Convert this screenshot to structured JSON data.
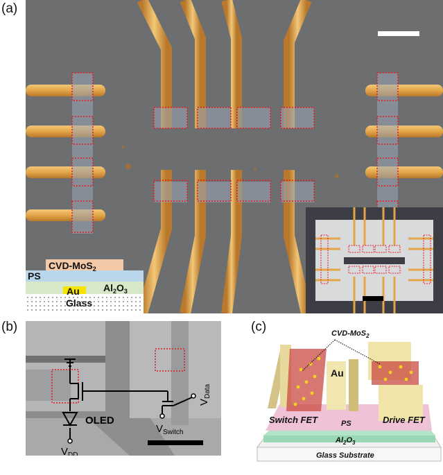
{
  "panel_a": {
    "label": "(a)",
    "stack_layers": {
      "mos2": "CVD-MoS",
      "mos2_sub": "2",
      "ps": "PS",
      "au": "Au",
      "al2o3": "Al",
      "al2o3_sub1": "2",
      "al2o3_o": "O",
      "al2o3_sub2": "3",
      "glass": "Glass"
    }
  },
  "panel_b": {
    "label": "(b)",
    "circuit": {
      "oled": "OLED",
      "vdd_v": "V",
      "vdd_sub": "DD",
      "vdata_v": "V",
      "vdata_sub": "Data",
      "vswitch_v": "V",
      "vswitch_sub": "Switch"
    }
  },
  "panel_c": {
    "label": "(c)",
    "cvd_mos2": "CVD-MoS",
    "cvd_mos2_sub": "2",
    "au": "Au",
    "switch_fet": "Switch FET",
    "ps": "PS",
    "drive_fet": "Drive FET",
    "al2o3": "Al",
    "al2o3_sub1": "2",
    "al2o3_o": "O",
    "al2o3_sub2": "3",
    "glass_substrate": "Glass Substrate"
  },
  "colors": {
    "gold": "#e3a548",
    "highlight_box": "#e31b23",
    "background_grey": "#6c6d6f",
    "ps_layer": "#b9d6ea",
    "al2o3_layer": "#d7e8c8",
    "mos2_layer": "#f4c9a8",
    "au_layer": "#f5e400"
  }
}
